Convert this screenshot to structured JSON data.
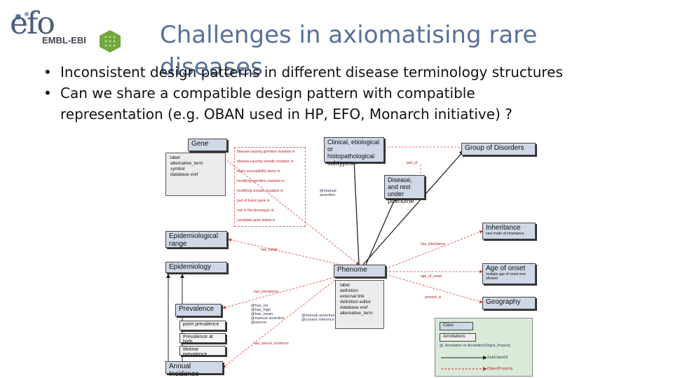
{
  "header": {
    "logo_text": "efo",
    "org_text": "EMBL-EBI"
  },
  "title": {
    "line1": "Challenges in axiomatising rare",
    "line2": "diseases"
  },
  "bullets": [
    "Inconsistent design patterns in different disease terminology structures",
    "Can we share a compatible design pattern with compatible",
    "representation (e.g. OBAN used in HP, EFO, Monarch initiative) ?"
  ],
  "diagram": {
    "nodes": {
      "gene": "Gene",
      "clinical": "Clinical, etiological or histopathological subtypes",
      "group": "Group of Disorders",
      "disease_rest": "Disease, and rest under phenome",
      "epi_range": "Epidemiological range",
      "epidemiology": "Epidemiology",
      "inheritance": "Inheritance",
      "inheritance_note": "new mode of inheritance",
      "phenome": "Phenome",
      "age_onset": "Age of onset",
      "age_onset_note": "multiple age of onset now allowed",
      "geography": "Geography",
      "prevalence": "Prevalence",
      "point_prev": "point prevalence",
      "prev_birth": "Prevalence at birth",
      "lifetime_prev": "lifetime prevalence",
      "annual": "Annual Incidence"
    },
    "gene_props": [
      "label",
      "alternative_term",
      "symbol",
      "database xref"
    ],
    "phenome_props": [
      "label",
      "definition",
      "external link",
      "definition editor",
      "database xref",
      "alternative_term"
    ],
    "gene_relations": [
      "disease-causing germline mutation in",
      "disease-causing somatic mutation in",
      "major susceptibility factor in",
      "modifying germline mutation in",
      "modifying somatic mutation in",
      "part of fusion gene in",
      "role in the phenotype of",
      "candidate gene tested in"
    ],
    "relations": {
      "part_of": "part_of",
      "has_inheritance": "has_inheritance",
      "has_range": "has_range",
      "age_of_onset": "age_of_onset",
      "present_in": "present_in",
      "has_prevalence": "has_prevalence",
      "has_annual_incidence": "has_annual_incidence"
    },
    "annotations": {
      "manual": "@manual assertion",
      "prevalence_set": [
        "@has_cw",
        "@has_high",
        "@has_mean",
        "@manual assertion",
        "@source"
      ],
      "phenome_set": [
        "@manual assertion",
        "@curator inference"
      ]
    },
    "legend": {
      "class": "Class",
      "annotations": "Annotations",
      "annotation_line": "@- Annotation on Annotation/Object_Property",
      "subclass": "SubClassOf",
      "objprop": "ObjectProperty"
    }
  }
}
